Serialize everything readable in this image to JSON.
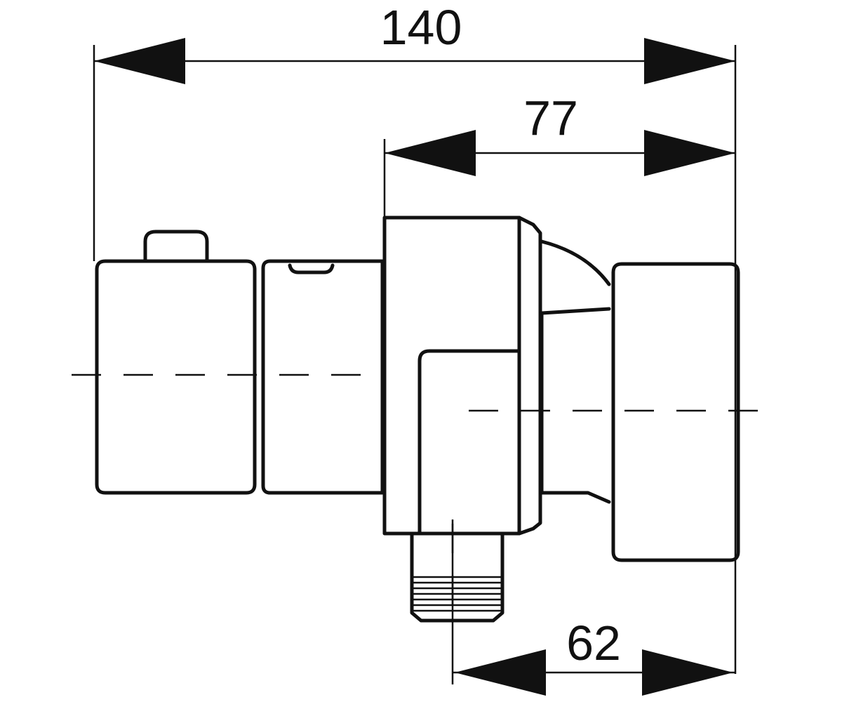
{
  "dimensions": {
    "overall_width": "140",
    "middle_width": "77",
    "bottom_width": "62"
  }
}
